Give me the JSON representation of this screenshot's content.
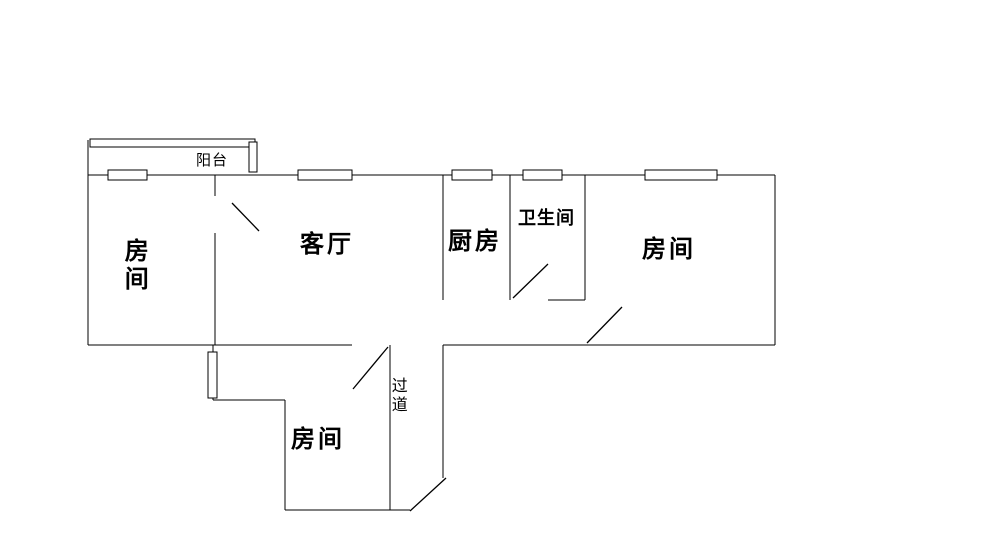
{
  "diagram": {
    "type": "floor-plan",
    "background_color": "#ffffff",
    "line_color": "#000000",
    "rooms": [
      {
        "id": "balcony",
        "label": "阳台"
      },
      {
        "id": "bedroom-left",
        "label": "房间"
      },
      {
        "id": "living-room",
        "label": "客厅"
      },
      {
        "id": "kitchen",
        "label": "厨房"
      },
      {
        "id": "bathroom",
        "label": "卫生间"
      },
      {
        "id": "bedroom-right",
        "label": "房间"
      },
      {
        "id": "hallway",
        "label": "过道"
      },
      {
        "id": "bedroom-bottom",
        "label": "房间"
      }
    ]
  }
}
